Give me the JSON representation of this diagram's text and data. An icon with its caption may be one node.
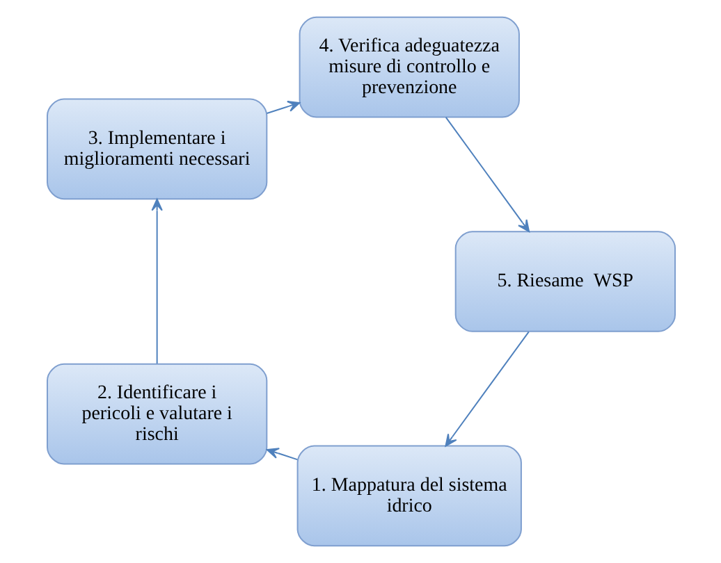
{
  "diagram": {
    "nodes": [
      {
        "text": [
          "1. Mappatura del sistema idrico"
        ]
      },
      {
        "text": [
          "2. Identificare i pericoli e valutare i rischi"
        ]
      },
      {
        "text": [
          "3. Implementare i miglioramenti necessari"
        ]
      },
      {
        "text": [
          "4. Verifica adeguatezza misure di controllo e prevenzione"
        ]
      },
      {
        "text": [
          "5. Riesame  WSP"
        ]
      }
    ],
    "edges": [
      {
        "from": 0,
        "to": 1,
        "arrow": "to"
      },
      {
        "from": 1,
        "to": 2,
        "arrow": "to"
      },
      {
        "from": 2,
        "to": 3,
        "arrow": "to"
      },
      {
        "from": 3,
        "to": 4,
        "arrow": "to"
      },
      {
        "from": 4,
        "to": 0,
        "arrow": "to"
      }
    ]
  }
}
